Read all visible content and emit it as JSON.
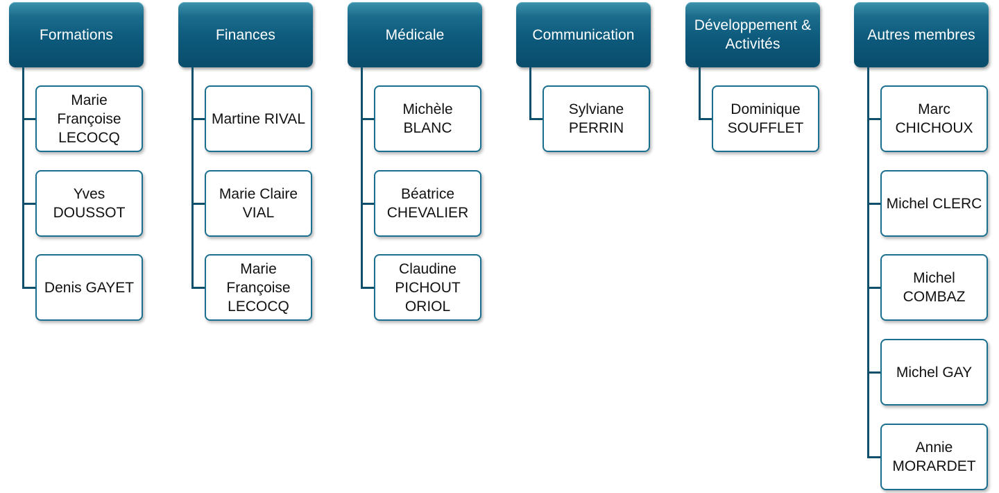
{
  "colors": {
    "header_fill": "#0d5a7c",
    "connector": "#0e4f6b",
    "member_border": "#1a6f8f"
  },
  "columns": [
    {
      "title": "Formations",
      "members": [
        "Marie Françoise LECOCQ",
        "Yves DOUSSOT",
        "Denis GAYET"
      ]
    },
    {
      "title": "Finances",
      "members": [
        "Martine RIVAL",
        "Marie Claire VIAL",
        "Marie Françoise LECOCQ"
      ]
    },
    {
      "title": "Médicale",
      "members": [
        "Michèle BLANC",
        "Béatrice CHEVALIER",
        "Claudine PICHOUT ORIOL"
      ]
    },
    {
      "title": "Communication",
      "members": [
        "Sylviane PERRIN"
      ]
    },
    {
      "title": "Développement & Activités",
      "members": [
        "Dominique SOUFFLET"
      ]
    },
    {
      "title": "Autres membres",
      "members": [
        "Marc CHICHOUX",
        "Michel CLERC",
        "Michel COMBAZ",
        "Michel GAY",
        "Annie MORARDET"
      ]
    }
  ]
}
